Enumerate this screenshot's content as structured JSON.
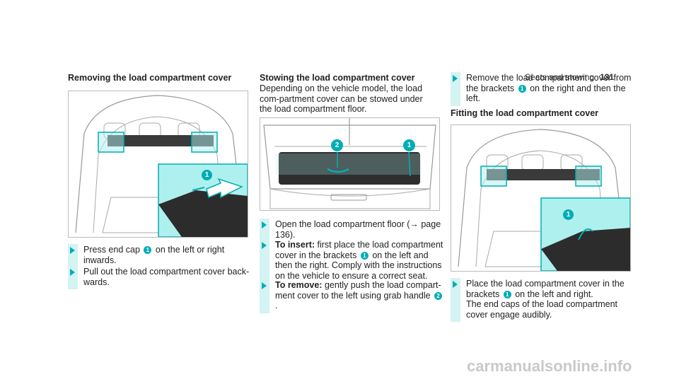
{
  "header": {
    "section": "Seats and stowing",
    "page": "131"
  },
  "col1": {
    "heading": "Removing the load compartment cover",
    "step1": {
      "a": "Press end cap",
      "callout": "1",
      "b": "on the left or right inwards."
    },
    "step2": "Pull out the load compartment cover back-wards."
  },
  "col2": {
    "heading": "Stowing the load compartment cover",
    "intro": "Depending on the vehicle model, the load com-partment cover can be stowed under the load compartment floor.",
    "step1": "Open the load compartment floor (→ page 136).",
    "step2": {
      "label": "To insert:",
      "a": "first place the load compartment cover in the brackets",
      "callout": "1",
      "b": "on the left and then the right. Comply with the instructions on the vehicle to ensure a correct seat."
    },
    "step3": {
      "label": "To remove:",
      "a": "gently push the load compart-ment cover to the left using grab handle",
      "callout": "2",
      "b": "."
    }
  },
  "col3": {
    "step1": {
      "a": "Remove the load compartment cover from the brackets",
      "callout": "1",
      "b": "on the right and then the left."
    },
    "heading": "Fitting the load compartment cover",
    "step2": {
      "a": "Place the load compartment cover in the brackets",
      "callout": "1",
      "b": "on the left and right.",
      "c": "The end caps of the load compartment cover engage audibly."
    }
  },
  "figures": {
    "fig1": {
      "callout": "1"
    },
    "fig2": {
      "callout_a": "2",
      "callout_b": "1"
    },
    "fig3": {
      "callout": "1"
    }
  },
  "watermark": "carmanualsonline.info",
  "colors": {
    "accent": "#00adb5",
    "highlight": "#d4f3f3",
    "inset": "#aef0ee"
  }
}
